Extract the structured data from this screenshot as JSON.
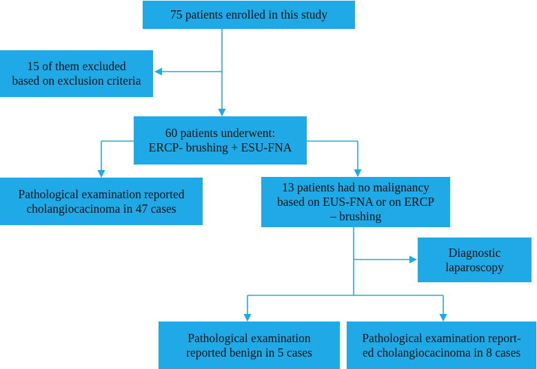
{
  "boxes": {
    "enrolled": [
      "75 patients enrolled in this study"
    ],
    "excluded": [
      "15 of them excluded",
      "based on exclusion criteria"
    ],
    "underwent": [
      "60 patients underwent:",
      "ERCP- brushing + ESU-FNA"
    ],
    "malignant": [
      "Pathological examination reported",
      "cholangiocacinoma in 47 cases"
    ],
    "no_malignancy": [
      "13 patients had no malignancy",
      "based on EUS-FNA or on ERCP",
      "– brushing"
    ],
    "laparoscopy": [
      "Diagnostic",
      "laparoscopy"
    ],
    "benign": [
      "Pathological examination",
      "reported benign in 5 cases"
    ],
    "cholangio_8": [
      "Pathological examination report-",
      "ed cholangiocacinoma in 8 cases"
    ]
  },
  "colors": {
    "box_fill": "#1fa9e6",
    "connector": "#1fa9e6",
    "text": "#111111"
  }
}
